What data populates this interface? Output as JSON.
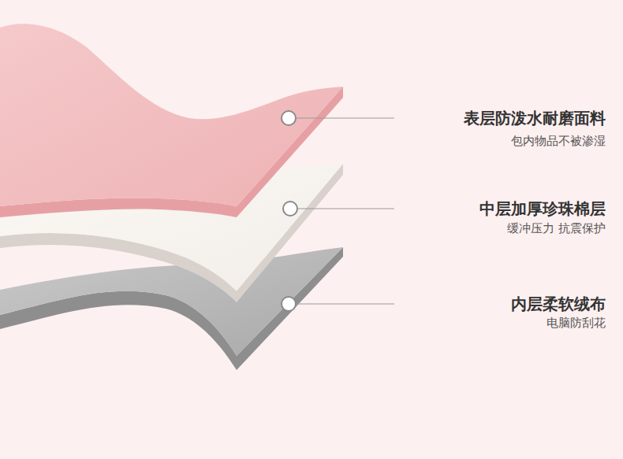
{
  "diagram": {
    "labels": [
      "表层防泼水耐磨面料",
      "包内物品不被渗湿",
      "中层加厚珍珠棉层",
      "缓冲压力 抗震保护",
      "内层柔软绒布",
      "电脑防刮花"
    ]
  }
}
